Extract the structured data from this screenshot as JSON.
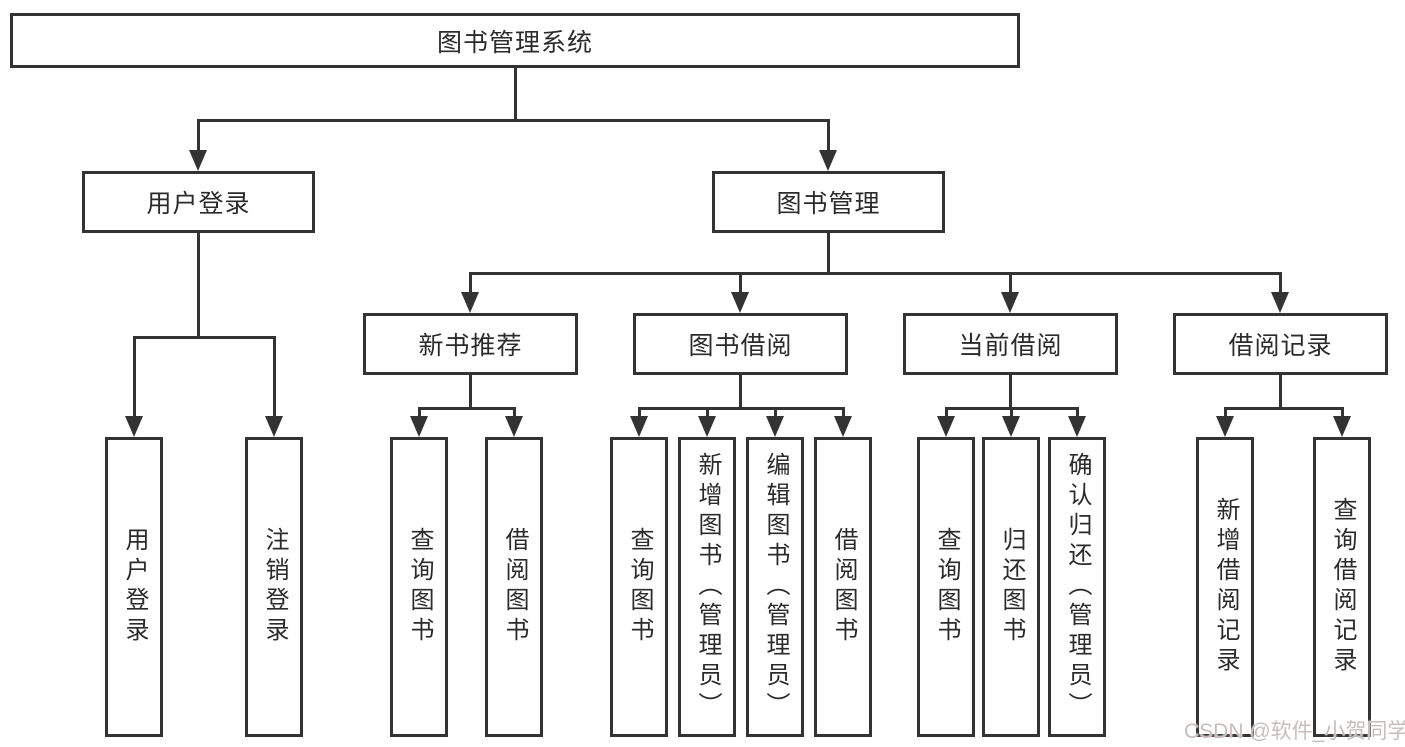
{
  "colors": {
    "line": "#333333",
    "box_border": "#333333",
    "box_fill": "#ffffff",
    "text": "#2b2b2b",
    "watermark": "#c9bcbc",
    "background": "#ffffff"
  },
  "tree": {
    "root": {
      "label": "图书管理系统"
    },
    "branches": [
      {
        "label": "用户登录",
        "children": [
          {
            "label": "用户登录"
          },
          {
            "label": "注销登录"
          }
        ]
      },
      {
        "label": "图书管理",
        "children": [
          {
            "label": "新书推荐",
            "children": [
              {
                "label": "查询图书"
              },
              {
                "label": "借阅图书"
              }
            ]
          },
          {
            "label": "图书借阅",
            "children": [
              {
                "label": "查询图书"
              },
              {
                "label": "新增图书（管理员）"
              },
              {
                "label": "编辑图书（管理员）"
              },
              {
                "label": "借阅图书"
              }
            ]
          },
          {
            "label": "当前借阅",
            "children": [
              {
                "label": "查询图书"
              },
              {
                "label": "归还图书"
              },
              {
                "label": "确认归还（管理员）"
              }
            ]
          },
          {
            "label": "借阅记录",
            "children": [
              {
                "label": "新增借阅记录"
              },
              {
                "label": "查询借阅记录"
              }
            ]
          }
        ]
      }
    ]
  },
  "watermark": {
    "label": "CSDN @软件_小贺同学"
  }
}
